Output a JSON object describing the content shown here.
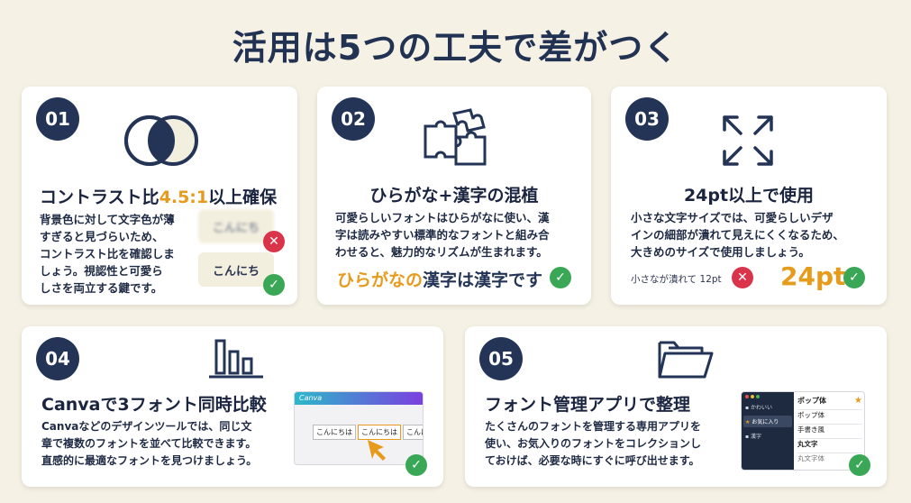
{
  "title": "活用は5つの工夫で差がつく",
  "colors": {
    "navy": "#233456",
    "accent": "#e79b1c",
    "ok": "#3aa757",
    "ng": "#d9344a",
    "bg": "#f5f1e4"
  },
  "cards": [
    {
      "num": "01",
      "icon": "venn-contrast-icon",
      "heading_pre": "コントラスト比",
      "heading_accent": "4.5:1",
      "heading_post": "以上確保",
      "body": [
        "背景色に対して文字色が薄",
        "すぎると見づらいため、",
        "コントラスト比を確認しま",
        "しょう。視認性と可愛ら",
        "しさを両立する鍵です。"
      ],
      "sample_bad": "こんにち",
      "sample_good": "こんにち"
    },
    {
      "num": "02",
      "icon": "puzzle-icon",
      "heading": "ひらがな+漢字の混植",
      "body": [
        "可愛らしいフォントはひらがなに使い、漢",
        "字は読みやすい標準的なフォントと組み合",
        "わせると、魅力的なリズムが生まれます。"
      ],
      "sample_part1": "ひらがなの",
      "sample_part2": "漢字",
      "sample_part3": "は漢字です"
    },
    {
      "num": "03",
      "icon": "expand-arrows-icon",
      "heading": "24pt以上で使用",
      "body": [
        "小さな文字サイズでは、可愛らしいデザ",
        "インの細部が潰れて見えにくくなるため、",
        "大きめのサイズで使用しましょう。"
      ],
      "sample_small": "小さなが潰れて 12pt",
      "sample_big": "24pt"
    },
    {
      "num": "04",
      "icon": "bar-chart-icon",
      "heading": "Canvaで3フォント同時比較",
      "body": [
        "Canvaなどのデザインツールでは、同じ文",
        "章で複数のフォントを並べて比較できます。",
        "直感的に最適なフォントを見つけましょう。"
      ],
      "app_name": "Canva",
      "compare_samples": [
        "こんにちは",
        "こんにちは",
        "こんにちは"
      ]
    },
    {
      "num": "05",
      "icon": "folder-icon",
      "heading": "フォント管理アプリで整理",
      "body": [
        "たくさんのフォントを管理する専用アプリを",
        "使い、お気入りのフォントをコレクションし",
        "ておけば、必要な時にすぐに呼び出せます。"
      ],
      "side_items": [
        "かわいい",
        "お気に入り",
        "漢字"
      ],
      "font_list": [
        "ポップ体",
        "ポップ体",
        "手書き風",
        "丸文字",
        "丸文字体"
      ]
    }
  ]
}
